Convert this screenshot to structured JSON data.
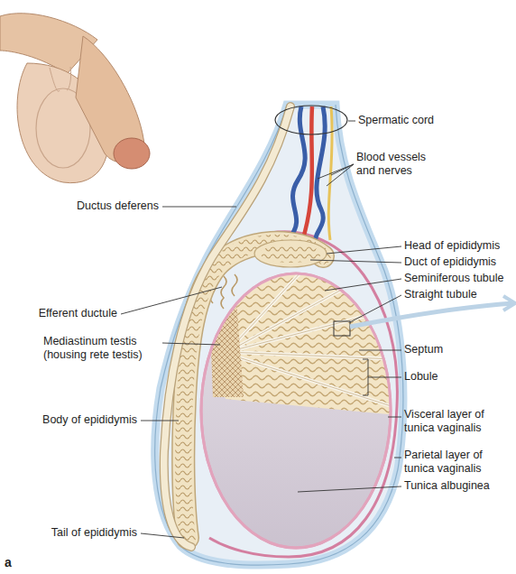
{
  "diagram": {
    "labels": [
      "Spermatic cord",
      "Blood vessels and nerves",
      "Ductus deferens",
      "Head of epididymis",
      "Duct of epididymis",
      "Seminiferous tubule",
      "Straight tubule",
      "Efferent ductule",
      "Mediastinum testis (housing rete testis)",
      "Septum",
      "Lobule",
      "Body of epididymis",
      "Visceral layer of tunica vaginalis",
      "Parietal layer of tunica vaginalis",
      "Tunica albuginea",
      "Tail of epididymis",
      "a"
    ]
  }
}
